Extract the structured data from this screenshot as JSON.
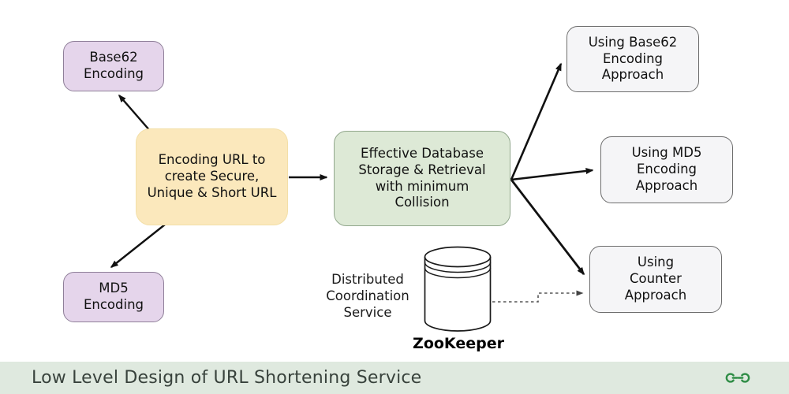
{
  "diagram": {
    "nodes": {
      "base62": {
        "label": "Base62\nEncoding",
        "fill": "#e5d5eb",
        "border": "#8f7f99"
      },
      "md5": {
        "label": "MD5\nEncoding",
        "fill": "#e5d5eb",
        "border": "#8f7f99"
      },
      "encode": {
        "label": "Encoding URL to\ncreate Secure,\nUnique & Short URL",
        "fill": "#fbe8bc",
        "border": "#f3dfa8"
      },
      "database": {
        "label": "Effective Database\nStorage & Retrieval\nwith minimum\nCollision",
        "fill": "#dde9d6",
        "border": "#91a78c"
      },
      "approach_base62": {
        "label": "Using Base62\nEncoding\nApproach",
        "fill": "#f5f5f7",
        "border": "#6e6e6e"
      },
      "approach_md5": {
        "label": "Using MD5\nEncoding\nApproach",
        "fill": "#f5f5f7",
        "border": "#6e6e6e"
      },
      "approach_counter": {
        "label": "Using\nCounter\nApproach",
        "fill": "#f5f5f7",
        "border": "#6e6e6e"
      }
    },
    "zookeeper": {
      "caption": "Distributed\nCoordination\nService",
      "label": "ZooKeeper",
      "icon": "database-cylinder-icon"
    },
    "edges": [
      {
        "from": "encode",
        "to": "base62",
        "style": "solid-arrow"
      },
      {
        "from": "encode",
        "to": "md5",
        "style": "solid-arrow"
      },
      {
        "from": "encode",
        "to": "database",
        "style": "solid-arrow"
      },
      {
        "from": "database",
        "to": "approach_base62",
        "style": "solid-arrow"
      },
      {
        "from": "database",
        "to": "approach_md5",
        "style": "solid-arrow"
      },
      {
        "from": "database",
        "to": "approach_counter",
        "style": "solid-arrow"
      },
      {
        "from": "zookeeper",
        "to": "approach_counter",
        "style": "dashed-arrow"
      }
    ]
  },
  "footer": {
    "title": "Low Level Design of URL Shortening Service",
    "bg": "#dfe9df",
    "text_color": "#38423c",
    "logo": "geeksforgeeks-logo",
    "logo_color": "#2f8d46"
  }
}
